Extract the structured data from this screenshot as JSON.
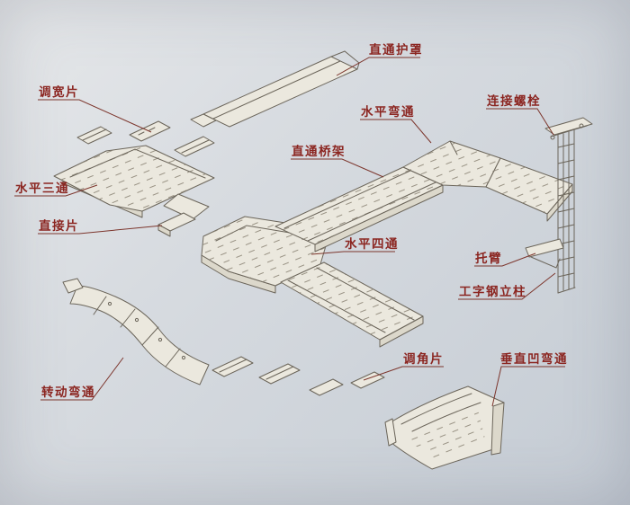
{
  "labels": {
    "straight_cover": {
      "text": "直通护罩"
    },
    "width_adjust_piece": {
      "text": "调宽片"
    },
    "horizontal_bend": {
      "text": "水平弯通"
    },
    "connecting_bolt": {
      "text": "连接螺栓"
    },
    "straight_tray": {
      "text": "直通桥架"
    },
    "horizontal_tee": {
      "text": "水平三通"
    },
    "connecting_piece": {
      "text": "直接片"
    },
    "horizontal_cross": {
      "text": "水平四通"
    },
    "bracket_arm": {
      "text": "托臂"
    },
    "ibeam_column": {
      "text": "工字钢立柱"
    },
    "angle_adjust_piece": {
      "text": "调角片"
    },
    "vertical_concave_bend": {
      "text": "垂直凹弯通"
    },
    "rotating_bend": {
      "text": "转动弯通"
    }
  },
  "colors": {
    "background": "#d7dbe0",
    "line": "#6b655a",
    "tray": "#ebe8de",
    "wall": "#dcd8cb",
    "hatch": "#8a8374",
    "label": "#8b2520",
    "leader": "#7c352c"
  }
}
